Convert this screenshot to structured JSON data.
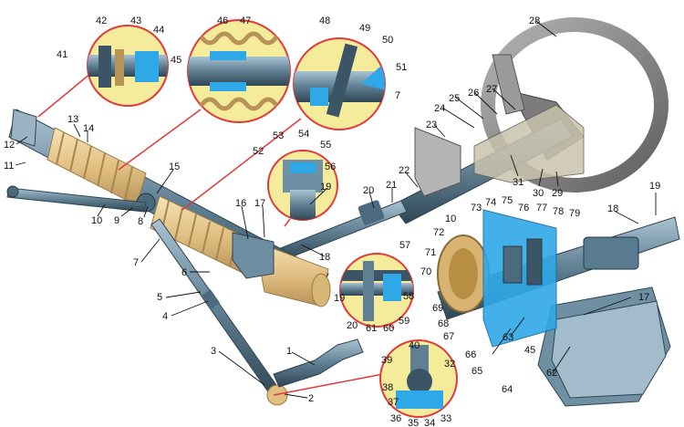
{
  "callouts": [
    "1",
    "2",
    "3",
    "4",
    "5",
    "6",
    "7",
    "8",
    "9",
    "10",
    "11",
    "12",
    "13",
    "14",
    "15",
    "16",
    "17",
    "18",
    "19",
    "20",
    "21",
    "22",
    "23",
    "24",
    "25",
    "26",
    "27",
    "28",
    "29",
    "30",
    "31",
    "32",
    "33",
    "34",
    "35",
    "36",
    "37",
    "38",
    "39",
    "40",
    "41",
    "42",
    "43",
    "44",
    "45",
    "46",
    "47",
    "48",
    "49",
    "50",
    "51",
    "52",
    "53",
    "54",
    "55",
    "56",
    "57",
    "58",
    "59",
    "60",
    "61",
    "62",
    "63",
    "64",
    "65",
    "66",
    "67",
    "68",
    "69",
    "70",
    "71",
    "72",
    "73",
    "74",
    "75",
    "76",
    "77",
    "78",
    "79"
  ],
  "colors": {
    "boot": "#e8c98a",
    "metal": "#5f7f92",
    "metal_dark": "#3c5566",
    "inset_bg": "#f4ec9a",
    "inset_border": "#e03a3a",
    "highlight": "#2a9fe0",
    "wheel": "#8b8b8b",
    "housing": "#b9a98a"
  }
}
